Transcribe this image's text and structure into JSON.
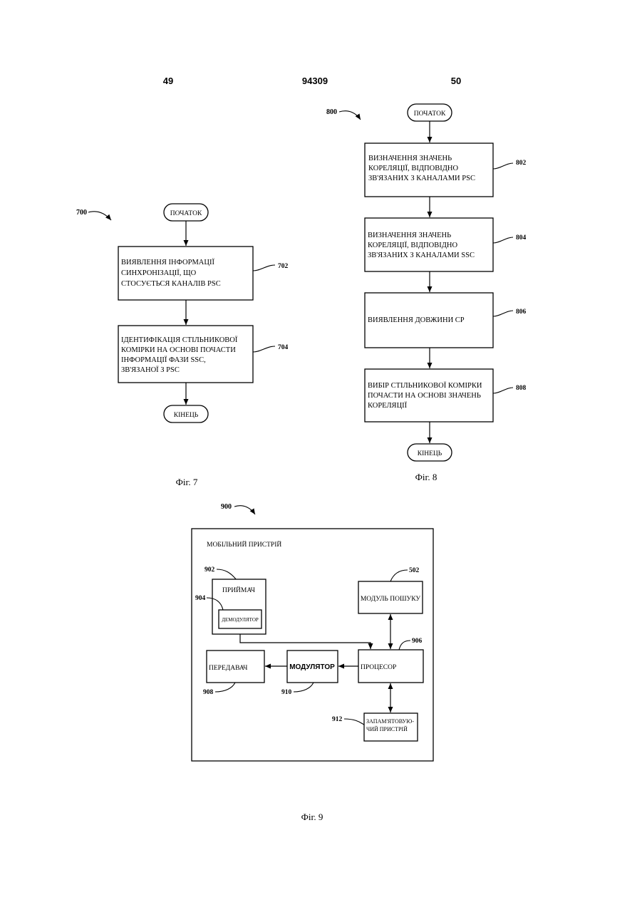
{
  "header": {
    "left_page": "49",
    "patent_number": "94309",
    "right_page": "50"
  },
  "fig7": {
    "ref": "700",
    "start": "ПОЧАТОК",
    "end": "КІНЕЦЬ",
    "caption": "Фіг. 7",
    "steps": [
      {
        "ref": "702",
        "lines": [
          "ВИЯВЛЕННЯ ІНФОРМАЦІЇ",
          "СИНХРОНІЗАЦІЇ, ЩО",
          "СТОСУЄТЬСЯ КАНАЛІВ PSC"
        ]
      },
      {
        "ref": "704",
        "lines": [
          "ІДЕНТИФІКАЦІЯ СТІЛЬНИКОВОЇ",
          "КОМІРКИ НА ОСНОВІ ПОЧАСТИ",
          "ІНФОРМАЦІЇ ФАЗИ SSC,",
          "ЗВ'ЯЗАНОЇ З PSC"
        ]
      }
    ]
  },
  "fig8": {
    "ref": "800",
    "start": "ПОЧАТОК",
    "end": "КІНЕЦЬ",
    "caption": "Фіг. 8",
    "steps": [
      {
        "ref": "802",
        "lines": [
          "ВИЗНАЧЕННЯ ЗНАЧЕНЬ",
          "КОРЕЛЯЦІЇ, ВІДПОВІДНО",
          "ЗВ'ЯЗАНИХ З КАНАЛАМИ PSC"
        ]
      },
      {
        "ref": "804",
        "lines": [
          "ВИЗНАЧЕННЯ ЗНАЧЕНЬ",
          "КОРЕЛЯЦІЇ, ВІДПОВІДНО",
          "ЗВ'ЯЗАНИХ З КАНАЛАМИ SSC"
        ]
      },
      {
        "ref": "806",
        "lines": [
          "ВИЯВЛЕННЯ ДОВЖИНИ CP"
        ]
      },
      {
        "ref": "808",
        "lines": [
          "ВИБІР СТІЛЬНИКОВОЇ КОМІРКИ",
          "ПОЧАСТИ НА ОСНОВІ ЗНАЧЕНЬ",
          "КОРЕЛЯЦІЇ"
        ]
      }
    ]
  },
  "fig9": {
    "ref": "900",
    "caption": "Фіг. 9",
    "device_label": "МОБІЛЬНИЙ ПРИСТРІЙ",
    "blocks": {
      "receiver": {
        "ref": "902",
        "label": "ПРИЙМАЧ"
      },
      "demodulator": {
        "ref": "904",
        "label": "ДЕМОДУЛЯТОР"
      },
      "search_module": {
        "ref": "502",
        "label": "МОДУЛЬ ПОШУКУ"
      },
      "processor": {
        "ref": "906",
        "label": "ПРОЦЕСОР"
      },
      "modulator": {
        "ref": "910",
        "label": "МОДУЛЯТОР"
      },
      "transmitter": {
        "ref": "908",
        "label": "ПЕРЕДАВАЧ"
      },
      "memory": {
        "ref": "912",
        "lines": [
          "ЗАПАМ'ЯТОВУЮ-",
          "ЧИЙ ПРИСТРІЙ"
        ]
      }
    }
  }
}
